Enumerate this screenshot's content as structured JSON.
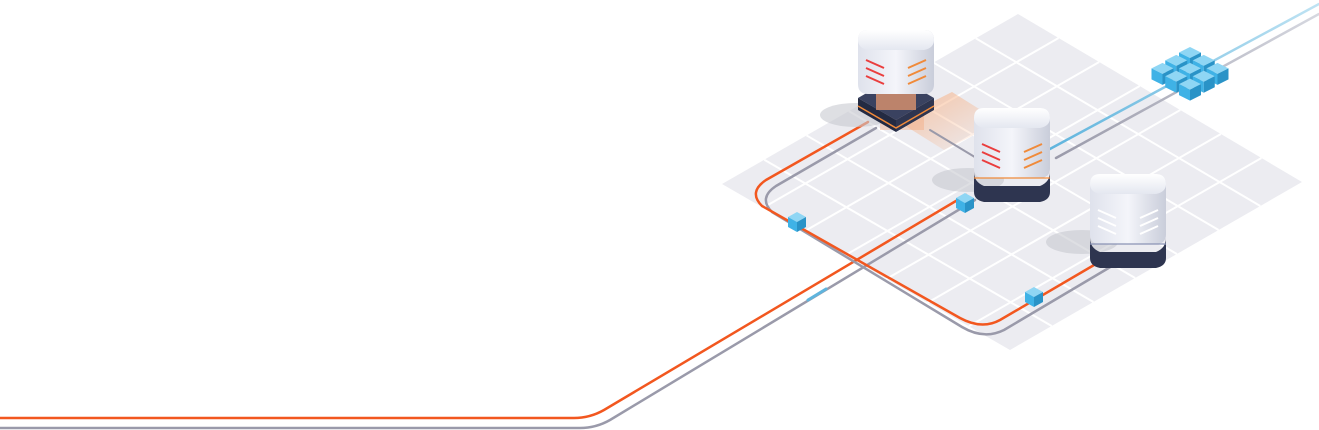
{
  "diagram": {
    "kind": "isometric-network-illustration",
    "text_labels": [],
    "colors": {
      "background": "#ffffff",
      "grid_floor": "#ececf1",
      "grid_lines": "#ffffff",
      "cable_orange": "#f2571f",
      "cable_gray": "#9a9aaa",
      "cable_blue": "#5fb4dd",
      "node_cube": "#3fb2e6",
      "server_body": "#eef0f7",
      "server_base": "#2e3550",
      "server_stripe_red": "#ea3e3e",
      "server_stripe_orange": "#f08a3a",
      "glow": "#f7b48a"
    },
    "servers": [
      {
        "id": "server-primary",
        "stripes": "red-orange",
        "highlighted": true
      },
      {
        "id": "server-secondary",
        "stripes": "red-orange",
        "highlighted": false
      },
      {
        "id": "server-tertiary",
        "stripes": "white",
        "highlighted": false
      }
    ],
    "icons": [
      "server-stack-icon",
      "network-node-icon",
      "cube-cluster-icon"
    ]
  }
}
